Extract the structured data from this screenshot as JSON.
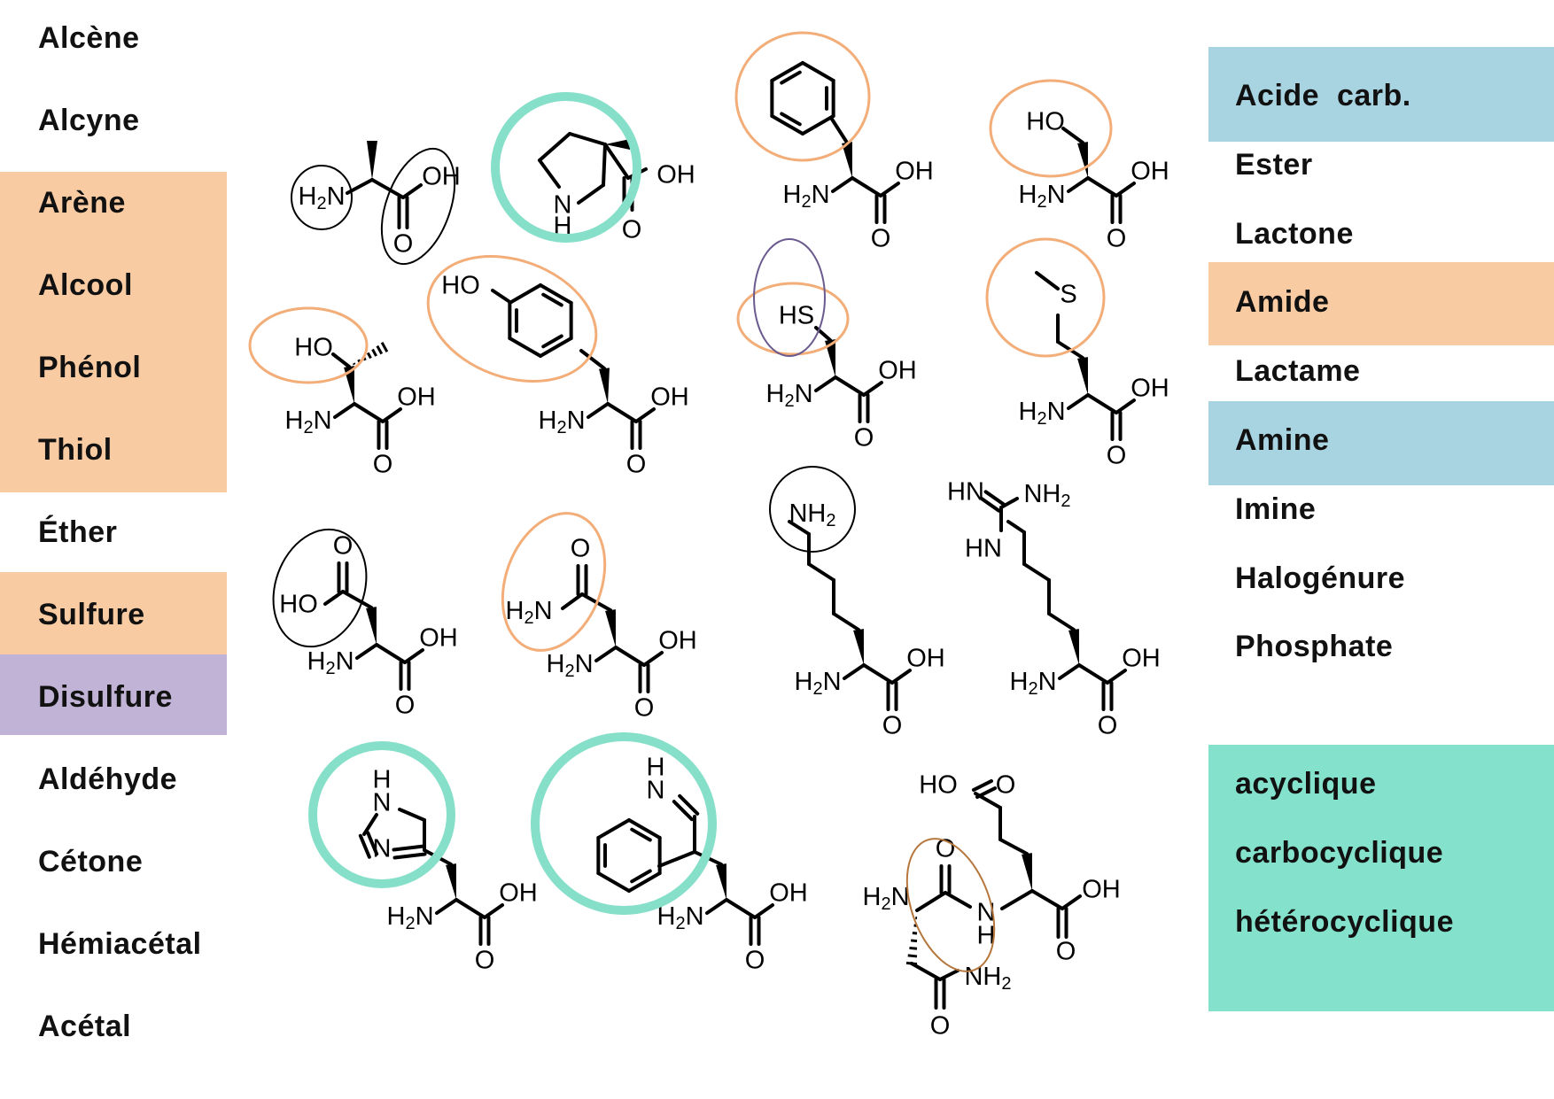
{
  "colors": {
    "orange": "#f9cba3",
    "blue": "#a8d3e0",
    "purple": "#c0b3d5",
    "teal": "#84e1cc",
    "circle_teal": "#86dfc9",
    "circle_orange": "#f2ad78",
    "circle_black": "#000000",
    "circle_purple": "#6b5a8e",
    "circle_brown": "#b5773d"
  },
  "left_groups": [
    "Alcène",
    "Alcyne",
    "Arène",
    "Alcool",
    "Phénol",
    "Thiol",
    "Éther",
    "Sulfure",
    "Disulfure",
    "Aldéhyde",
    "Cétone",
    "Hémiacétal",
    "Acétal"
  ],
  "right_groups": [
    "Acide  carb.",
    "Ester",
    "Lactone",
    "Amide",
    "Lactame",
    "Amine",
    "Imine",
    "Halogénure",
    "Phosphate"
  ],
  "ring_types": [
    "acyclique",
    "carbocyclique",
    "hétérocyclique"
  ],
  "atoms": {
    "oh": "OH",
    "o": "O",
    "h2n": "H2N",
    "h": "H",
    "n": "N",
    "ho": "HO",
    "hs": "HS",
    "s": "S",
    "nh2": "NH2",
    "hn": "HN"
  }
}
